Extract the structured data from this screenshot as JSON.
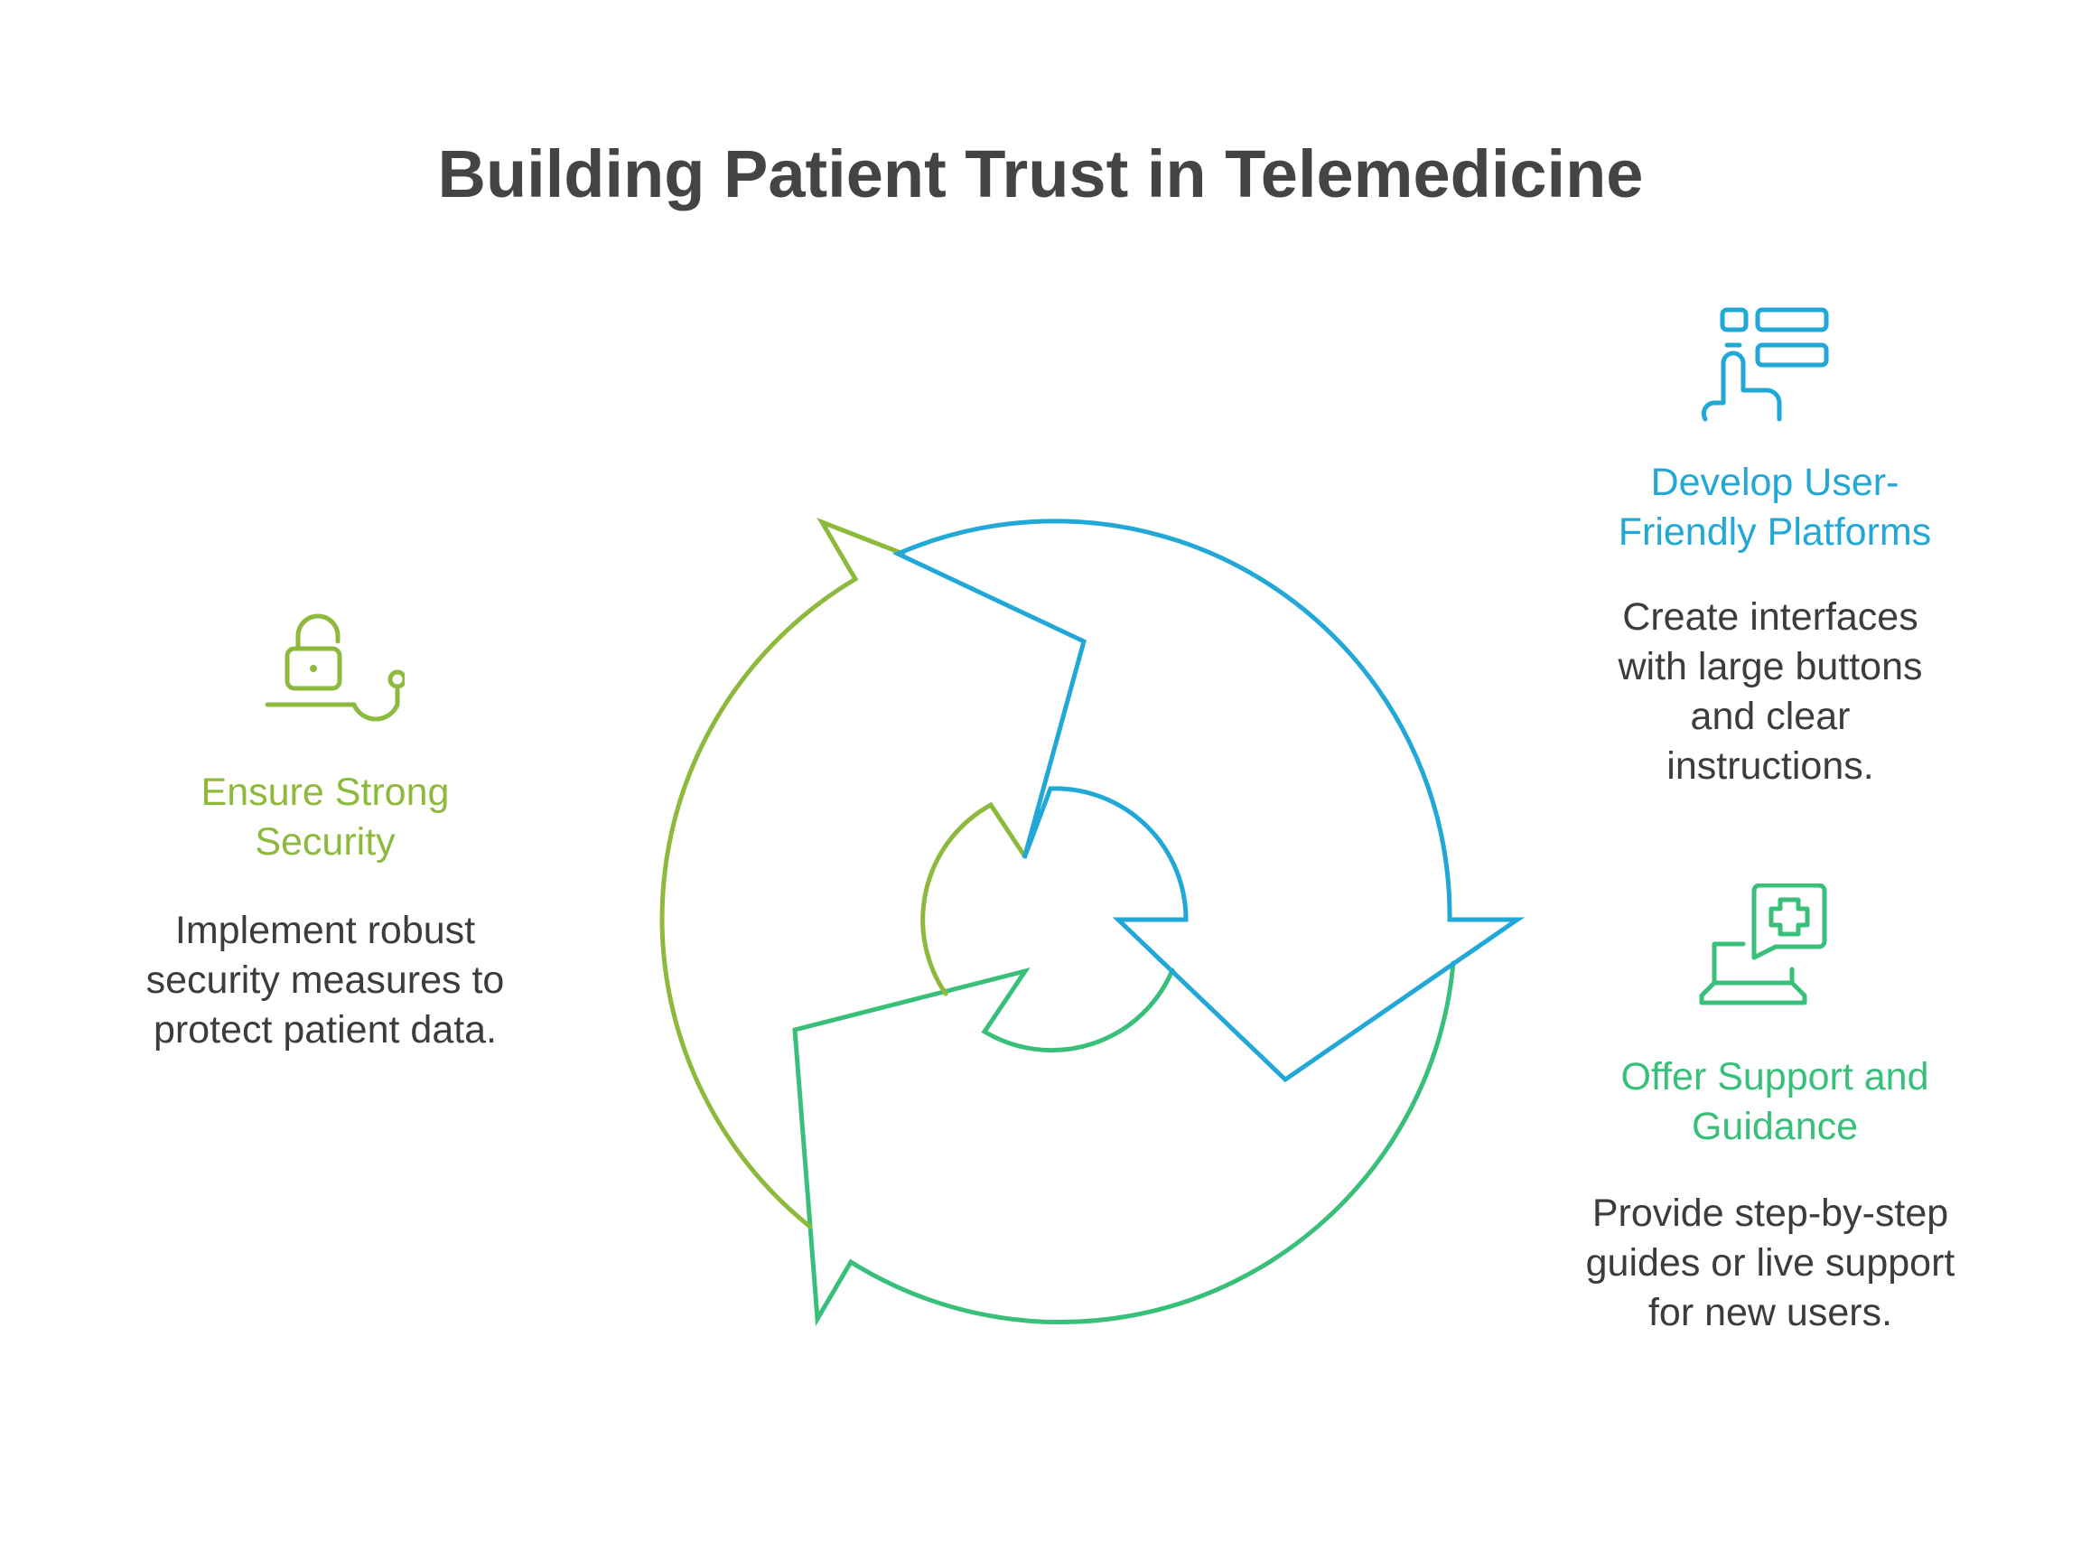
{
  "title": "Building Patient Trust in Telemedicine",
  "colors": {
    "security": "#8dba3c",
    "platforms": "#22a8d6",
    "support": "#38c07a",
    "title": "#444444",
    "text": "#3c3c3c"
  },
  "items": [
    {
      "key": "security",
      "icon": "unlocked-padlock-icon",
      "heading": "Ensure Strong Security",
      "description": "Implement robust security measures to protect patient data."
    },
    {
      "key": "platforms",
      "icon": "touch-interface-icon",
      "heading": "Develop User-Friendly Platforms",
      "description": "Create interfaces with large buttons and clear instructions."
    },
    {
      "key": "support",
      "icon": "laptop-medical-chat-icon",
      "heading": "Offer Support and Guidance",
      "description": "Provide step-by-step guides or live support for new users."
    }
  ]
}
